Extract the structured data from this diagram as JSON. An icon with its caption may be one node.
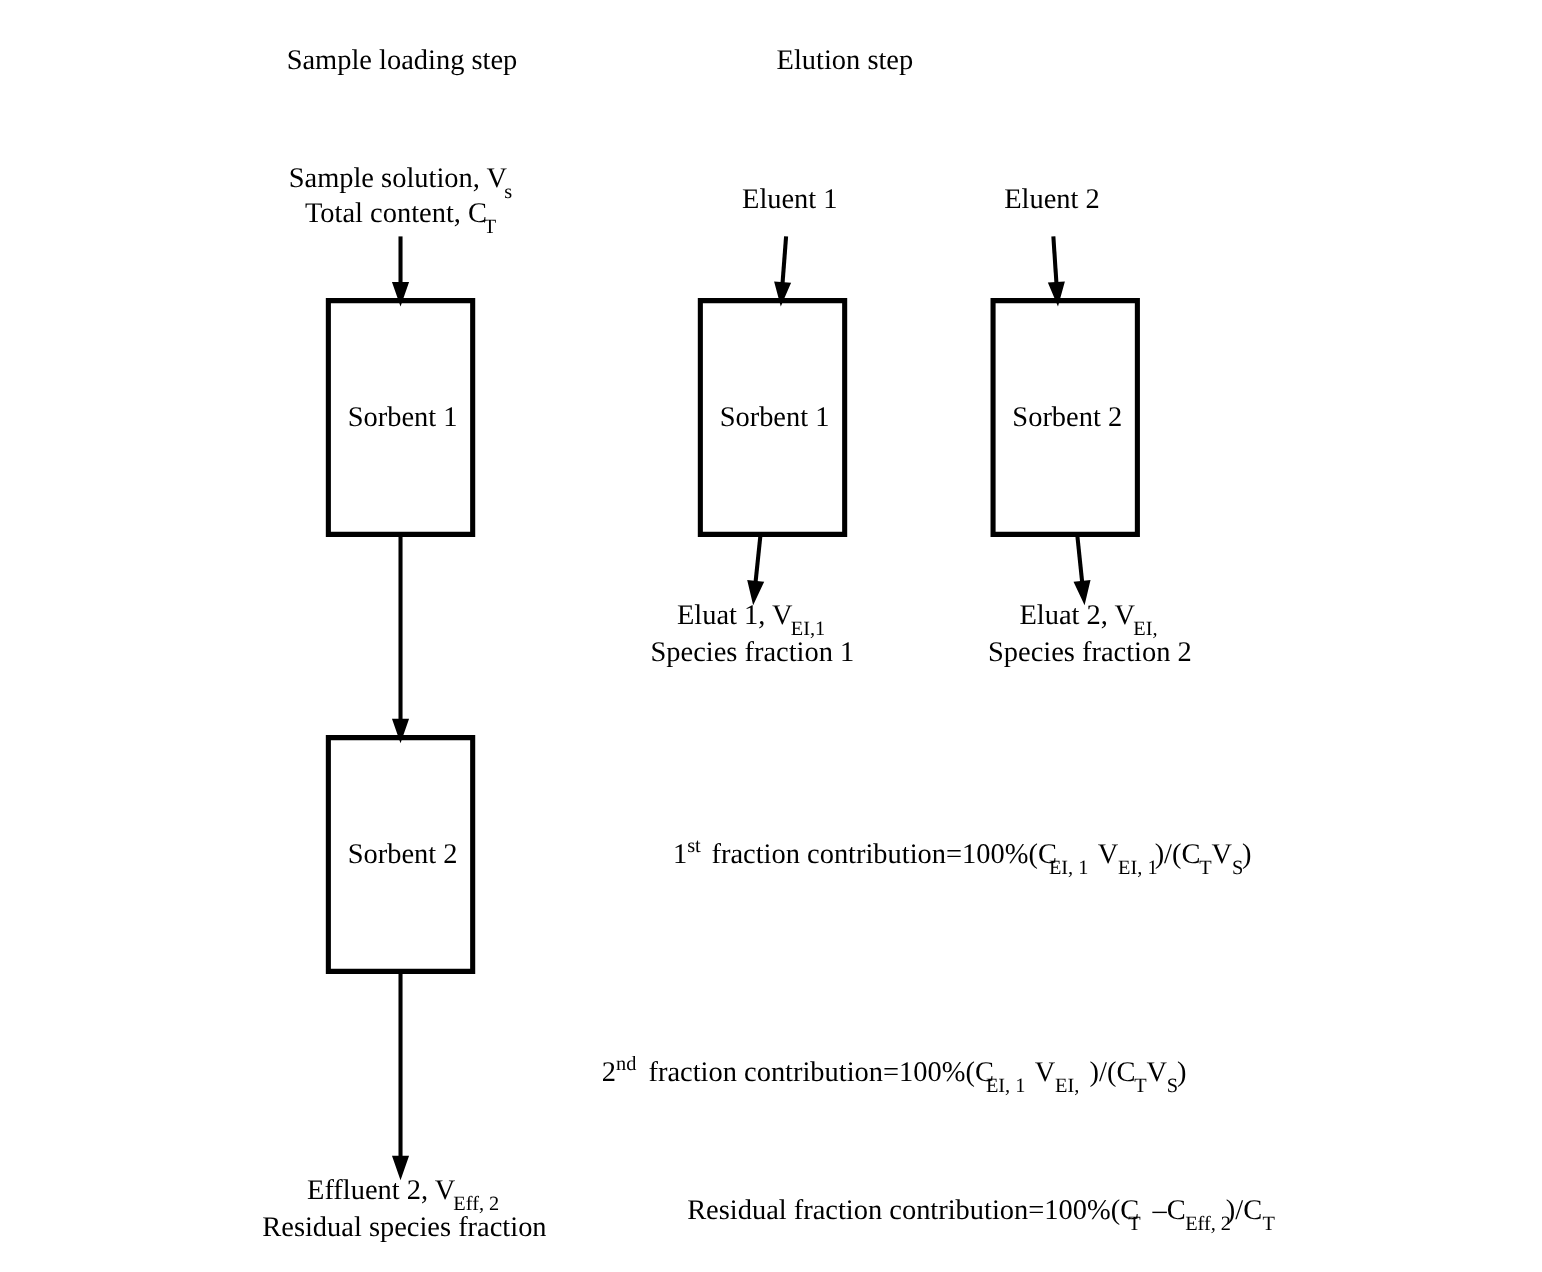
{
  "diagram": {
    "nodes": [
      {
        "text": [
          "Sample solution, V$_{s}$",
          "Total content, C$_{T}$"
        ]
      },
      {
        "text": [
          "Sorbent 1"
        ]
      },
      {
        "text": [
          "Sorbent 2"
        ]
      },
      {
        "text": [
          "Effluent 2, V$_{Eff, 2}$",
          "Residual species fraction"
        ]
      },
      {
        "text": [
          "Eluent 1"
        ]
      },
      {
        "text": [
          "Sorbent 1"
        ]
      },
      {
        "text": [
          "Eluat 1, V$_{EI,1}$",
          "Species fraction 1"
        ]
      },
      {
        "text": [
          "Eluent 2"
        ]
      },
      {
        "text": [
          "Sorbent 2"
        ]
      },
      {
        "text": [
          "Eluat 2, V$_{EI,}$",
          "Species fraction 2"
        ]
      }
    ],
    "edges": [
      {
        "from": 0,
        "to": 1,
        "arrow": "to"
      },
      {
        "from": 1,
        "to": 2,
        "arrow": "to"
      },
      {
        "from": 2,
        "to": 3,
        "arrow": "to"
      },
      {
        "from": 4,
        "to": 5,
        "arrow": "to"
      },
      {
        "from": 5,
        "to": 6,
        "arrow": "to"
      },
      {
        "from": 7,
        "to": 8,
        "arrow": "to"
      },
      {
        "from": 8,
        "to": 9,
        "arrow": "to"
      }
    ],
    "labels": [
      "Sample loading step",
      "Elution step",
      "1$^{st}$ fraction contribution=100%(C$_{EI, 1}$ V$_{EI, 1}$)/(C$_{T}$V$_{S}$)",
      "2$^{nd}$ fraction contribution=100%(C$_{EI, 1}$ V$_{EI, }$)/(C$_{T}$V$_{S}$)",
      "Residual fraction contribution=100%(C$_{T}$ –C$_{Eff, 2}$)/C$_{T}$"
    ]
  }
}
